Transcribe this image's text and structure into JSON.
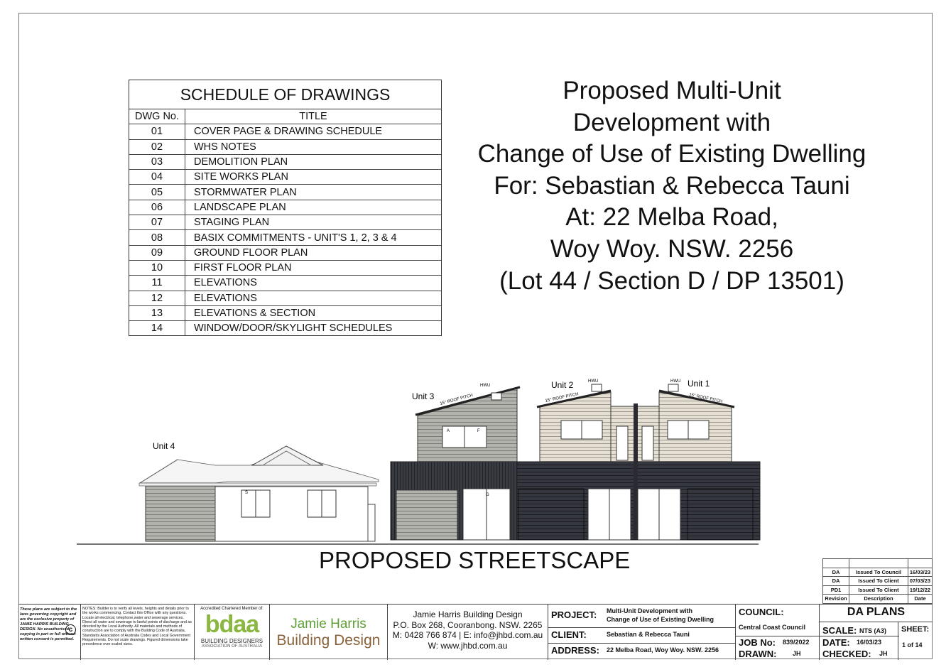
{
  "schedule": {
    "title": "SCHEDULE OF DRAWINGS",
    "headers": [
      "DWG No.",
      "TITLE"
    ],
    "rows": [
      [
        "01",
        "COVER PAGE & DRAWING SCHEDULE"
      ],
      [
        "02",
        "WHS NOTES"
      ],
      [
        "03",
        "DEMOLITION PLAN"
      ],
      [
        "04",
        "SITE WORKS PLAN"
      ],
      [
        "05",
        "STORMWATER PLAN"
      ],
      [
        "06",
        "LANDSCAPE PLAN"
      ],
      [
        "07",
        "STAGING PLAN"
      ],
      [
        "08",
        "BASIX COMMITMENTS - UNIT'S 1, 2, 3 & 4"
      ],
      [
        "09",
        "GROUND FLOOR PLAN"
      ],
      [
        "10",
        "FIRST FLOOR PLAN"
      ],
      [
        "11",
        "ELEVATIONS"
      ],
      [
        "12",
        "ELEVATIONS"
      ],
      [
        "13",
        "ELEVATIONS & SECTION"
      ],
      [
        "14",
        "WINDOW/DOOR/SKYLIGHT SCHEDULES"
      ]
    ]
  },
  "project_title": {
    "lines": [
      "Proposed Multi-Unit",
      "Development with",
      "Change of Use of Existing Dwelling",
      "For: Sebastian & Rebecca Tauni",
      "At: 22 Melba Road,",
      "Woy Woy. NSW. 2256",
      "(Lot 44 / Section D / DP 13501)"
    ]
  },
  "streetscape": {
    "label": "PROPOSED STREETSCAPE",
    "unit_labels": [
      "Unit 4",
      "Unit 3",
      "Unit 2",
      "Unit 1"
    ],
    "roof_pitch": "15° ROOF PITCH",
    "hwu": "HWU",
    "window_marks": [
      "A",
      "F",
      "S",
      "G"
    ]
  },
  "revisions": {
    "rows": [
      [
        "DA",
        "Issued To Council",
        "16/03/23"
      ],
      [
        "DA",
        "Issued To Client",
        "07/03/23"
      ],
      [
        "PD1",
        "Issued To Client",
        "19/12/22"
      ]
    ],
    "headers": [
      "Revision",
      "Description",
      "Date"
    ]
  },
  "title_block": {
    "copyright": "These plans are subject to the laws governing copyright and are the exclusive property of JAMIE HARRIS BUILDING DESIGN. No unauthorised copying in part or full without written consent is permitted.",
    "copyright_symbol": "c",
    "notes": "NOTES: Builder is to verify all levels, heights and details prior to the works commencing. Contact this Office with any questions. Locate all electrical, telephone,water and sewerage services. Direct all water and sewerage to lawful points of discharge and as directed by the Local Authority. All materials and methods of construction are to comply with the Building Code of Australia, Standards Association of Australia Codes and Local Government Requirements. Do not scale drawings. Figured dimensions take precedence over scaled sizes.",
    "bdaa_caption": "Accredited Chartered Member of:",
    "bdaa_logo": "bdaa",
    "bdaa_name": "BUILDING DESIGNERS",
    "bdaa_sub": "ASSOCIATION OF AUSTRALIA",
    "firm_line1": "Jamie Harris",
    "firm_line2": "Building Design",
    "contact": [
      "Jamie Harris Building Design",
      "P.O. Box 268, Cooranbong. NSW. 2265",
      "M: 0428 766 874 | E: info@jhbd.com.au",
      "W: www.jhbd.com.au"
    ],
    "project_label": "PROJECT:",
    "project_value1": "Multi-Unit Development with",
    "project_value2": "Change of Use of Existing Dwelling",
    "client_label": "CLIENT:",
    "client_value": "Sebastian & Rebecca Tauni",
    "address_label": "ADDRESS:",
    "address_value": "22 Melba Road, Woy Woy. NSW. 2256",
    "council_label": "COUNCIL:",
    "council_value": "Central Coast Council",
    "job_label": "JOB No:",
    "job_value": "839/2022",
    "drawn_label": "DRAWN:",
    "drawn_value": "JH",
    "plans": "DA PLANS",
    "scale_label": "SCALE:",
    "scale_value": "NTS (A3)",
    "sheet_label": "SHEET:",
    "sheet_value": "1 of 14",
    "date_label": "DATE:",
    "date_value": "16/03/23",
    "checked_label": "CHECKED:",
    "checked_value": "JH"
  },
  "colors": {
    "dark_cladding": "#343640",
    "light_cladding": "#b3b3ad",
    "bdaa_green": "#8ab73f",
    "firm_green": "#5e9e35",
    "firm_brown": "#8a6239"
  }
}
